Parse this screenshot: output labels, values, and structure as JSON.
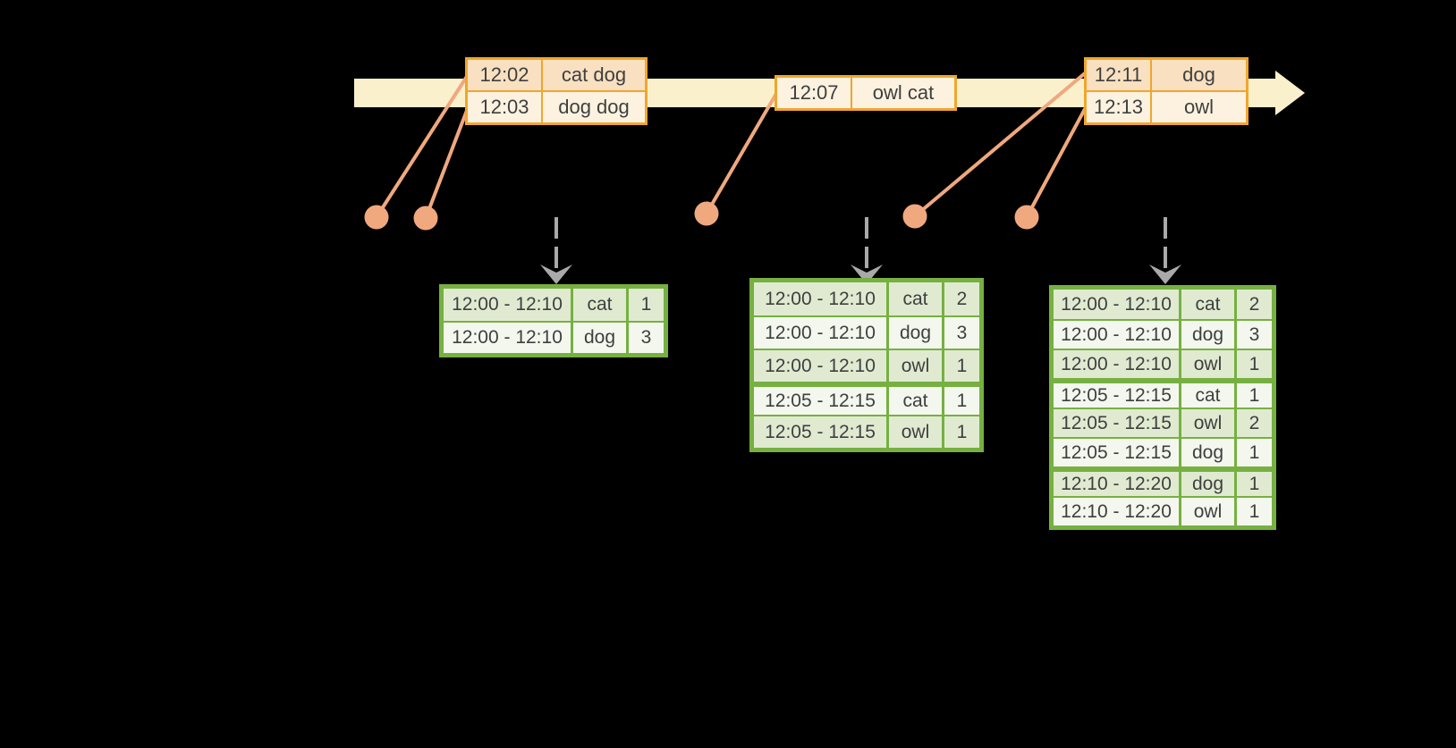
{
  "palette": {
    "background": "#000000",
    "timeline_band": "#FAF0CC",
    "event_border": "#F0A62E",
    "event_row_dark": "#F8E0C0",
    "event_row_light": "#FCF2DF",
    "connector": "#F0A87E",
    "table_border": "#76B041",
    "table_row_green": "#E0EAD1",
    "table_row_light": "#F3F7EE",
    "trigger_arrow": "#A9A9A9",
    "text": "#3F3F3F"
  },
  "timeline": {
    "event_groups": [
      {
        "rows": [
          {
            "time": "12:02",
            "words": "cat dog",
            "tint": "dark"
          },
          {
            "time": "12:03",
            "words": "dog dog",
            "tint": "light"
          }
        ]
      },
      {
        "rows": [
          {
            "time": "12:07",
            "words": "owl cat",
            "tint": "light"
          }
        ]
      },
      {
        "rows": [
          {
            "time": "12:11",
            "words": "dog",
            "tint": "dark"
          },
          {
            "time": "12:13",
            "words": "owl",
            "tint": "light"
          }
        ]
      }
    ]
  },
  "result_tables": [
    {
      "rows": [
        {
          "window": "12:00 - 12:10",
          "word": "cat",
          "count": "1"
        },
        {
          "window": "12:00 - 12:10",
          "word": "dog",
          "count": "3"
        }
      ]
    },
    {
      "rows": [
        {
          "window": "12:00 - 12:10",
          "word": "cat",
          "count": "2"
        },
        {
          "window": "12:00 - 12:10",
          "word": "dog",
          "count": "3"
        },
        {
          "window": "12:00 - 12:10",
          "word": "owl",
          "count": "1"
        },
        {
          "window": "12:05 - 12:15",
          "word": "cat",
          "count": "1",
          "group_start": true
        },
        {
          "window": "12:05 - 12:15",
          "word": "owl",
          "count": "1"
        }
      ]
    },
    {
      "rows": [
        {
          "window": "12:00 - 12:10",
          "word": "cat",
          "count": "2"
        },
        {
          "window": "12:00 - 12:10",
          "word": "dog",
          "count": "3"
        },
        {
          "window": "12:00 - 12:10",
          "word": "owl",
          "count": "1"
        },
        {
          "window": "12:05 - 12:15",
          "word": "cat",
          "count": "1",
          "group_start": true
        },
        {
          "window": "12:05 - 12:15",
          "word": "owl",
          "count": "2"
        },
        {
          "window": "12:05 - 12:15",
          "word": "dog",
          "count": "1"
        },
        {
          "window": "12:10 - 12:20",
          "word": "dog",
          "count": "1",
          "group_start": true
        },
        {
          "window": "12:10 - 12:20",
          "word": "owl",
          "count": "1"
        }
      ]
    }
  ]
}
